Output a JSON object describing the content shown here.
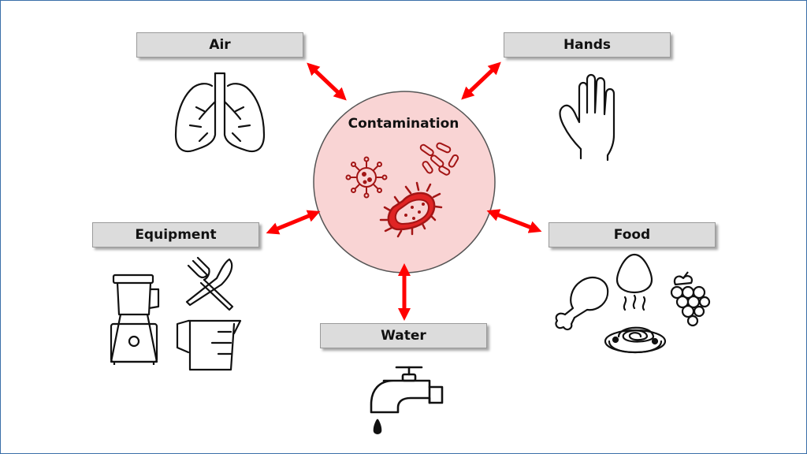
{
  "center": {
    "label": "Contamination",
    "fill": "#f9d4d4"
  },
  "sources": [
    {
      "id": "air",
      "label": "Air"
    },
    {
      "id": "hands",
      "label": "Hands"
    },
    {
      "id": "equipment",
      "label": "Equipment"
    },
    {
      "id": "food",
      "label": "Food"
    },
    {
      "id": "water",
      "label": "Water"
    }
  ],
  "colors": {
    "arrow": "#ff0000",
    "microbe": "#a31515",
    "label_bg": "#dcdcdc"
  },
  "icons": {
    "air": "lungs-icon",
    "hands": "hand-icon",
    "equipment": [
      "blender-icon",
      "fork-knife-icon",
      "measuring-cup-icon"
    ],
    "food": [
      "chicken-leg-icon",
      "egg-icon",
      "grapes-icon",
      "pasta-plate-icon"
    ],
    "water": "faucet-icon",
    "center": [
      "virus-icon",
      "bacilli-icon",
      "bacterium-icon"
    ]
  }
}
